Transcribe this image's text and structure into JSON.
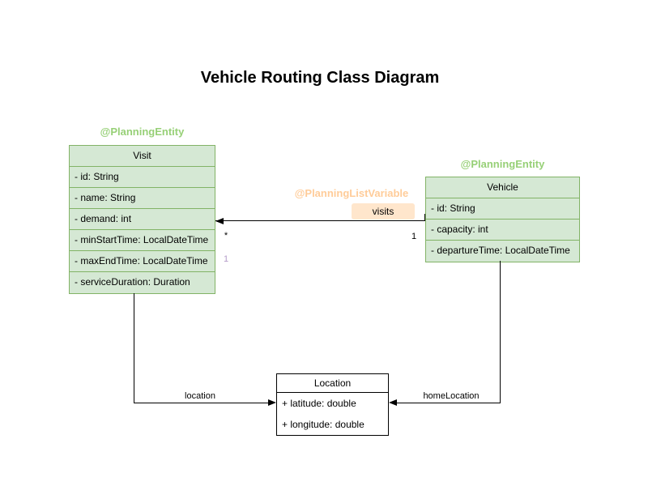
{
  "title": "Vehicle Routing Class Diagram",
  "colors": {
    "entity_fill": "#d5e8d4",
    "entity_border": "#82b366",
    "annotation_green": "#97d077",
    "annotation_orange": "#ffcc99",
    "visits_label_bg": "#ffe6cc",
    "plain_border": "#000000",
    "purple_multiplicity": "#b39bc8"
  },
  "classes": {
    "visit": {
      "annotation": "@PlanningEntity",
      "name": "Visit",
      "attributes": [
        "- id: String",
        "- name: String",
        "- demand: int",
        "- minStartTime: LocalDateTime",
        "- maxEndTime: LocalDateTime",
        "- serviceDuration: Duration"
      ]
    },
    "vehicle": {
      "annotation": "@PlanningEntity",
      "name": "Vehicle",
      "attributes": [
        "- id: String",
        "- capacity: int",
        "- departureTime: LocalDateTime"
      ]
    },
    "location": {
      "name": "Location",
      "attributes": [
        "+ latitude: double",
        "+ longitude: double"
      ]
    }
  },
  "edges": {
    "visits": {
      "annotation": "@PlanningListVariable",
      "label": "visits",
      "target_multiplicity": "*",
      "source_multiplicity": "1",
      "secondary_multiplicity": "1"
    },
    "location": {
      "label": "location"
    },
    "homeLocation": {
      "label": "homeLocation"
    }
  }
}
